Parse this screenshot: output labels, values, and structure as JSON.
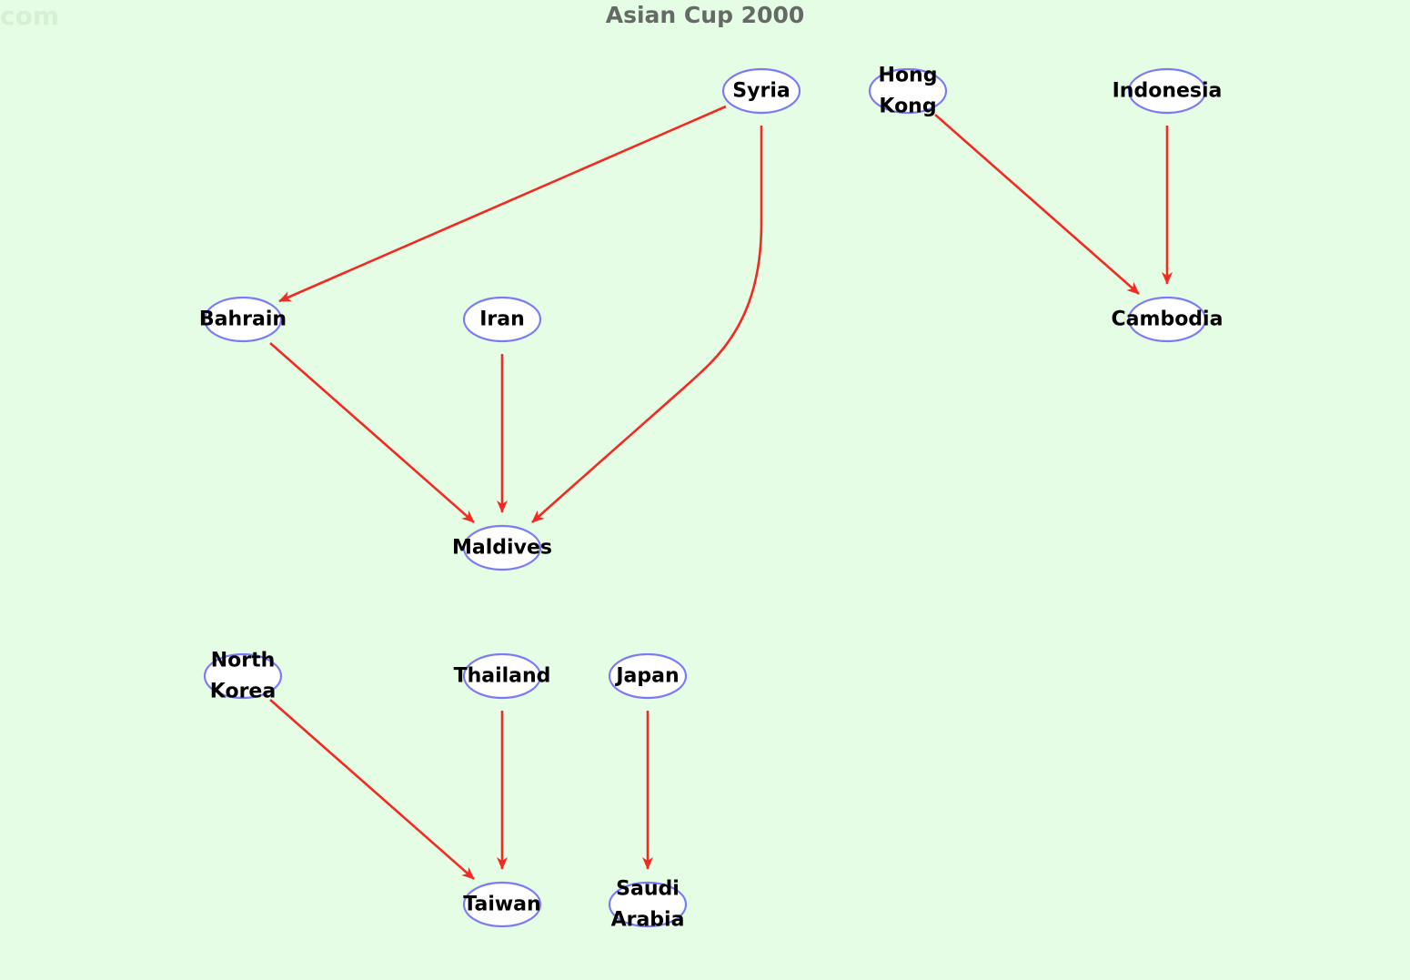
{
  "watermark": "com",
  "title": "Asian Cup 2000",
  "colors": {
    "background": "#e5fde5",
    "node_stroke": "#7b7bf5",
    "node_fill": "#ffffff",
    "edge": "#f22a22",
    "title": "#666a66"
  },
  "nodes": [
    {
      "id": "syria",
      "lines": [
        "Syria"
      ]
    },
    {
      "id": "hong-kong",
      "lines": [
        "Hong",
        "Kong"
      ]
    },
    {
      "id": "indonesia",
      "lines": [
        "Indonesia"
      ]
    },
    {
      "id": "bahrain",
      "lines": [
        "Bahrain"
      ]
    },
    {
      "id": "iran",
      "lines": [
        "Iran"
      ]
    },
    {
      "id": "cambodia",
      "lines": [
        "Cambodia"
      ]
    },
    {
      "id": "maldives",
      "lines": [
        "Maldives"
      ]
    },
    {
      "id": "north-korea",
      "lines": [
        "North",
        "Korea"
      ]
    },
    {
      "id": "thailand",
      "lines": [
        "Thailand"
      ]
    },
    {
      "id": "japan",
      "lines": [
        "Japan"
      ]
    },
    {
      "id": "taiwan",
      "lines": [
        "Taiwan"
      ]
    },
    {
      "id": "saudi-arabia",
      "lines": [
        "Saudi",
        "Arabia"
      ]
    }
  ],
  "edges": [
    {
      "from": "syria",
      "to": "bahrain"
    },
    {
      "from": "syria",
      "to": "maldives"
    },
    {
      "from": "hong-kong",
      "to": "cambodia"
    },
    {
      "from": "indonesia",
      "to": "cambodia"
    },
    {
      "from": "bahrain",
      "to": "maldives"
    },
    {
      "from": "iran",
      "to": "maldives"
    },
    {
      "from": "north-korea",
      "to": "taiwan"
    },
    {
      "from": "thailand",
      "to": "taiwan"
    },
    {
      "from": "japan",
      "to": "saudi-arabia"
    }
  ]
}
